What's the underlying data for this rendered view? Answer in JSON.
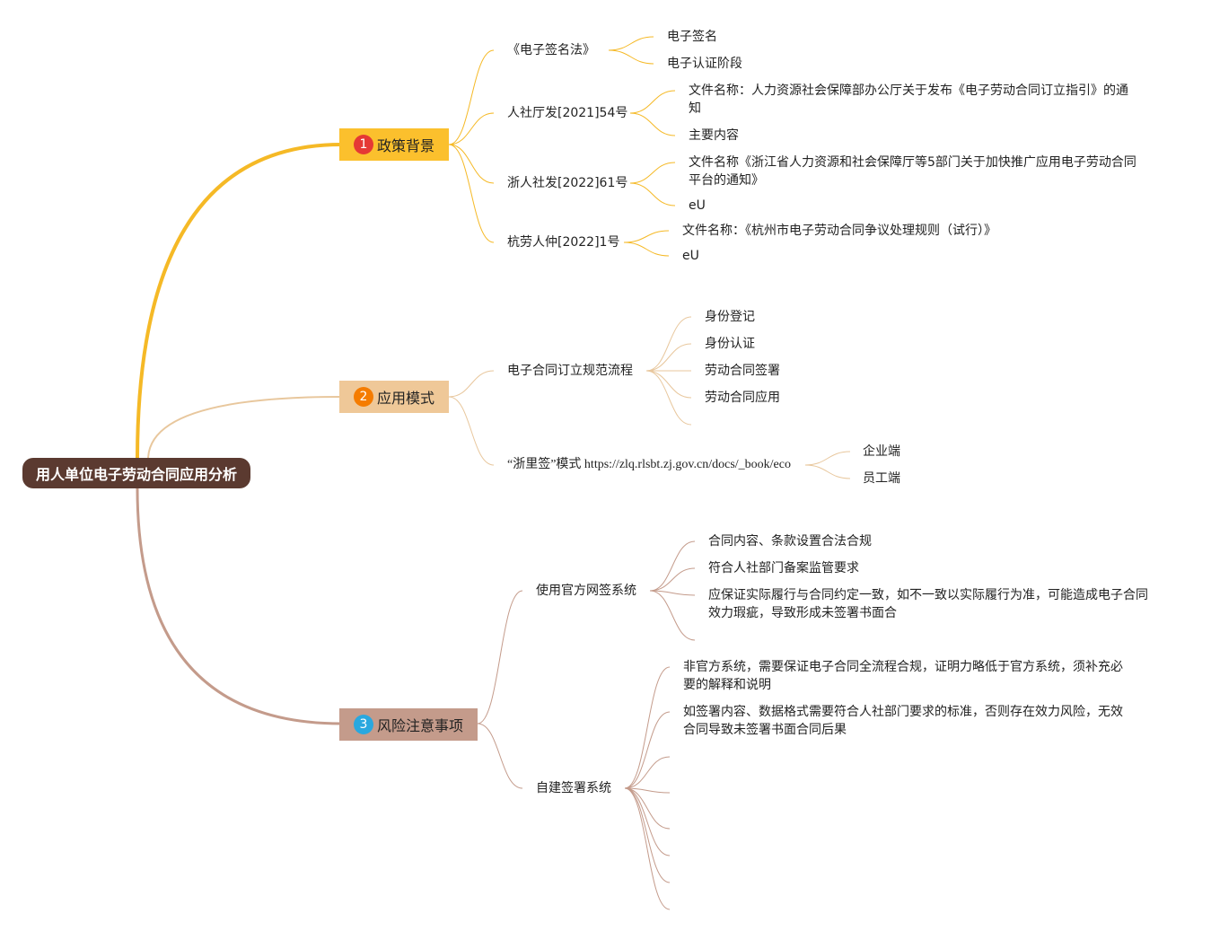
{
  "colors": {
    "root_bg": "#5b3a30",
    "branch1_bg": "#fbc02d",
    "branch1_badge": "#e53935",
    "branch1_line": "#f5b926",
    "branch2_bg": "#efc898",
    "branch2_badge": "#f57c00",
    "branch2_line": "#e8c79d",
    "branch3_bg": "#c49b8b",
    "branch3_badge": "#29a8df",
    "branch3_line": "#c49b8b"
  },
  "root": {
    "label": "用人单位电子劳动合同应用分析"
  },
  "branches": [
    {
      "badge": "1",
      "label": "政策背景",
      "children": [
        {
          "label": "《电子签名法》",
          "children": [
            "电子签名",
            "电子认证阶段"
          ]
        },
        {
          "label": "人社厅发[2021]54号",
          "children": [
            "文件名称：人力资源社会保障部办公厅关于发布《电子劳动合同订立指引》的通知",
            "主要内容"
          ]
        },
        {
          "label": "浙人社发[2022]61号",
          "children": [
            "文件名称《浙江省人力资源和社会保障厅等5部门关于加快推广应用电子劳动合同平台的通知》",
            "eU"
          ]
        },
        {
          "label": "杭劳人仲[2022]1号",
          "children": [
            "文件名称：《杭州市电子劳动合同争议处理规则（试行）》",
            "eU"
          ]
        }
      ]
    },
    {
      "badge": "2",
      "label": "应用模式",
      "children": [
        {
          "label": "电子合同订立规范流程",
          "children": [
            "身份登记",
            "身份认证",
            "劳动合同签署",
            "劳动合同应用"
          ]
        },
        {
          "label": "“浙里签”模式 https://zlq.rlsbt.zj.gov.cn/docs/_book/eco",
          "children": [
            "企业端",
            "员工端"
          ]
        }
      ]
    },
    {
      "badge": "3",
      "label": "风险注意事项",
      "children": [
        {
          "label": "使用官方网签系统",
          "children": [
            "合同内容、条款设置合法合规",
            "符合人社部门备案监管要求",
            "应保证实际履行与合同约定一致，如不一致以实际履行为准，可能造成电子合同效力瑕疵，导致形成未签署书面合"
          ]
        },
        {
          "label": "自建签署系统",
          "children": [
            "非官方系统，需要保证电子合同全流程合规，证明力略低于官方系统，须补充必要的解释和说明",
            "如签署内容、数据格式需要符合人社部门要求的标准，否则存在效力风险，无效合同导致未签署书面合同后果"
          ]
        }
      ]
    }
  ]
}
